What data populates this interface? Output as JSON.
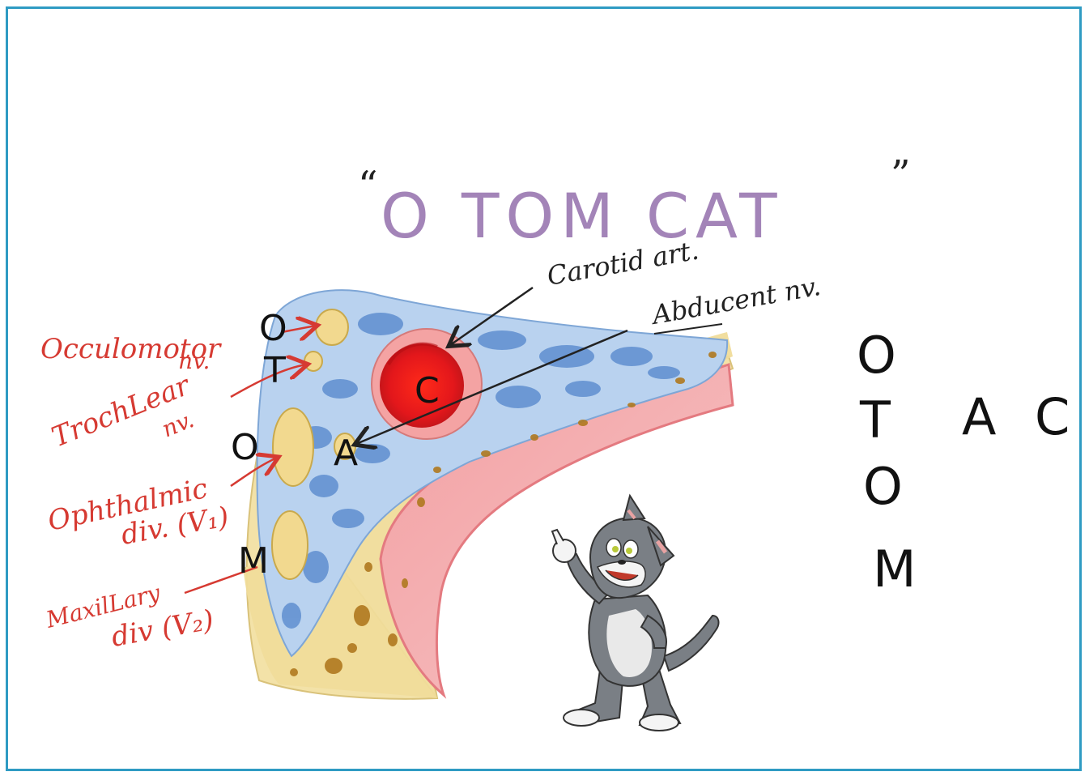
{
  "title": {
    "open_quote": "“",
    "text": "O TOM CAT",
    "close_quote": "”"
  },
  "left_labels": {
    "oculomotor": [
      "Occulomotor",
      "nv."
    ],
    "trochlear": [
      "TrochLear",
      "nv."
    ],
    "ophthalmic": [
      "Ophthalmic",
      "div. (V₁)"
    ],
    "maxillary": [
      "MaxilLary",
      "div (V₂)"
    ]
  },
  "right_labels": {
    "carotid": "Carotid art.",
    "abducent": "Abducent nv."
  },
  "structure_letters": {
    "o1": "O",
    "t": "T",
    "o2": "O",
    "m": "M",
    "c": "C",
    "a": "A"
  },
  "mnemonic": {
    "column": [
      "O",
      "T",
      "O",
      "M"
    ],
    "row": [
      "A",
      "C"
    ]
  },
  "colors": {
    "title": "#a384b8",
    "labels_red": "#d63a32",
    "sinus_blue": "#6f9fd8",
    "artery_red": "#e8191a",
    "bone_yellow": "#f3e2a8",
    "frame": "#2f9bc3"
  },
  "icons": {
    "cartoon": "cartoon-cat-pointing"
  }
}
